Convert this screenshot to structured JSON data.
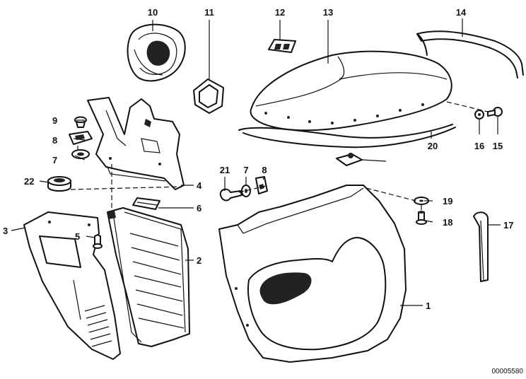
{
  "callouts": [
    "1",
    "2",
    "3",
    "4",
    "5",
    "6",
    "7",
    "8",
    "9",
    "10",
    "11",
    "12",
    "13",
    "14",
    "15",
    "16",
    "17",
    "18",
    "19",
    "20",
    "21",
    "22"
  ],
  "document_number": "00005580"
}
